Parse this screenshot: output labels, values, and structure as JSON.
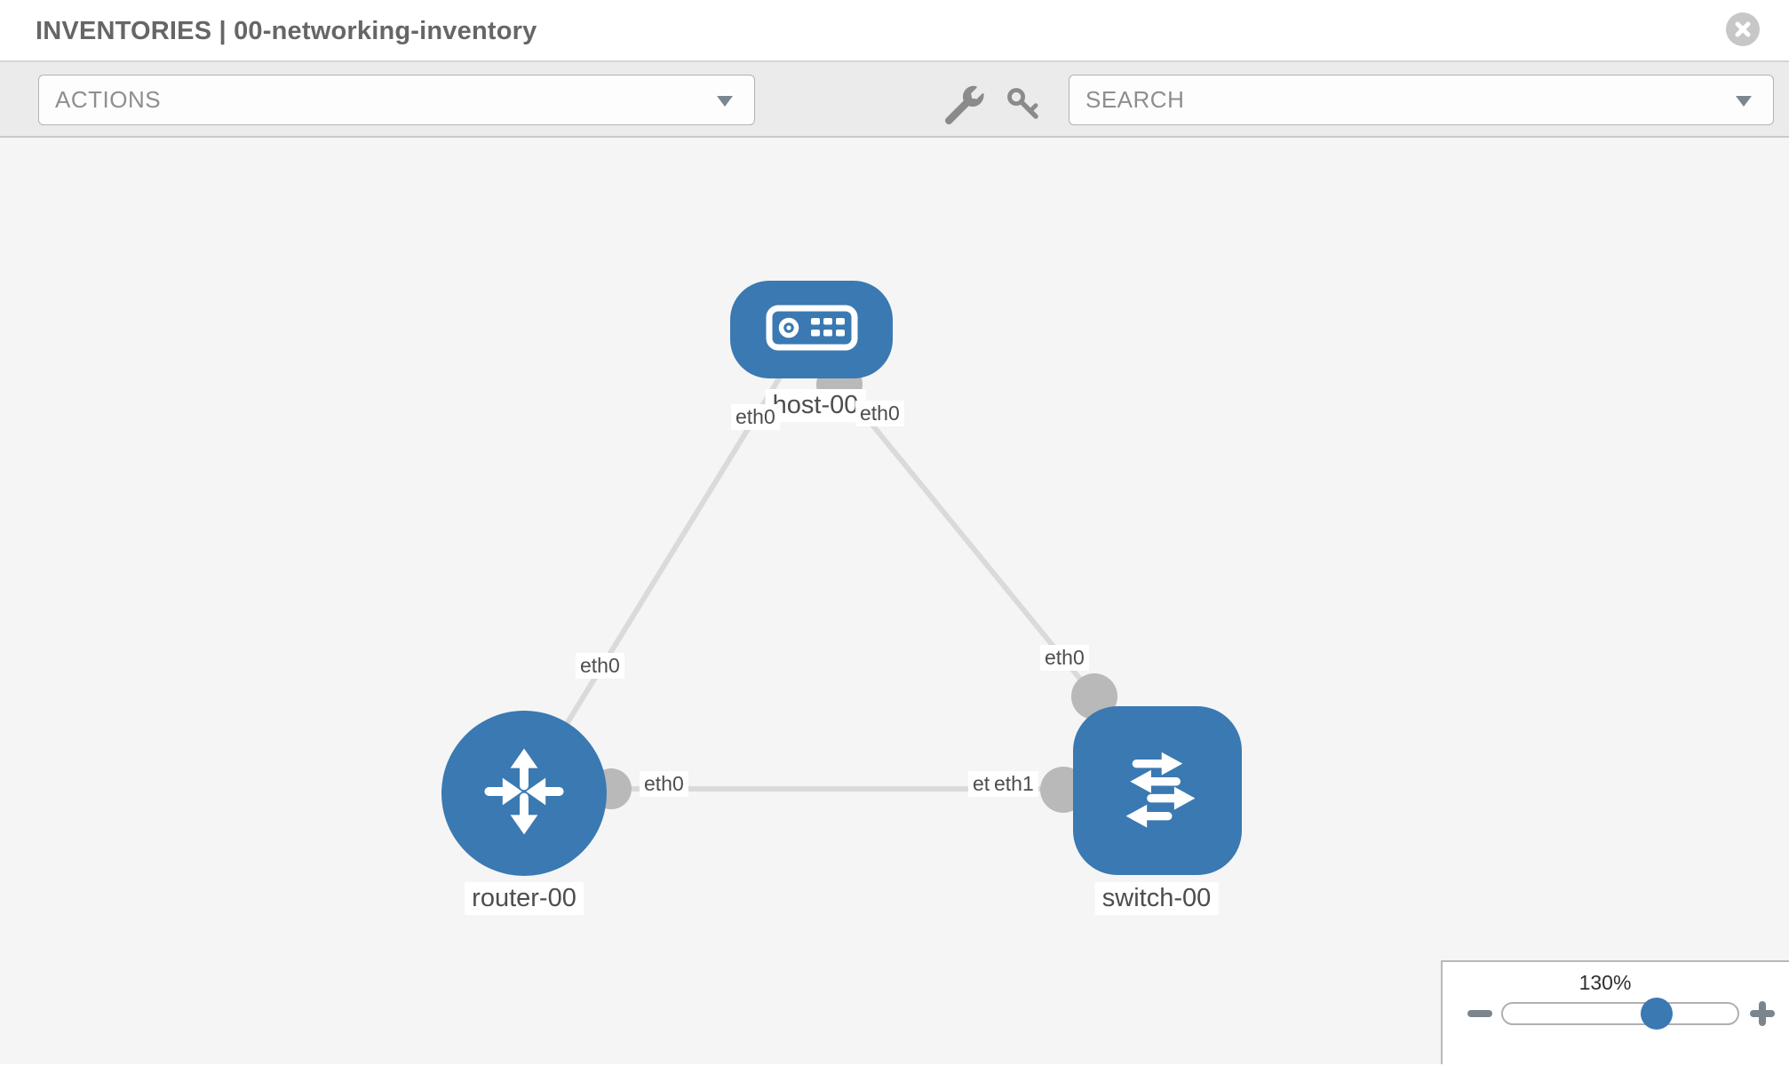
{
  "header": {
    "title": "INVENTORIES | 00-networking-inventory"
  },
  "toolbar": {
    "actions_label": "ACTIONS",
    "search_label": "SEARCH",
    "icons": [
      "wrench-icon",
      "key-icon"
    ]
  },
  "zoom_control": {
    "value": "130%",
    "slider_percent": 64
  },
  "colors": {
    "accent_blue": "#3a79b2",
    "link_gray": "#dadada",
    "connector_gray": "#b9b9b9",
    "toolbar_bg": "#ebebeb",
    "canvas_bg": "#f5f5f5"
  },
  "topology": {
    "nodes": [
      {
        "id": "host-00",
        "type": "host",
        "label": "host-00"
      },
      {
        "id": "router-00",
        "type": "router",
        "label": "router-00"
      },
      {
        "id": "switch-00",
        "type": "switch",
        "label": "switch-00"
      }
    ],
    "links": [
      {
        "from": "host-00",
        "from_if": "eth0",
        "to": "router-00",
        "to_if": "eth0"
      },
      {
        "from": "host-00",
        "from_if": "eth0",
        "to": "switch-00",
        "to_if": "eth0"
      },
      {
        "from": "router-00",
        "from_if": "eth0",
        "to": "switch-00",
        "to_if": "eth1",
        "to_if_overlapped": "eth0"
      }
    ]
  }
}
